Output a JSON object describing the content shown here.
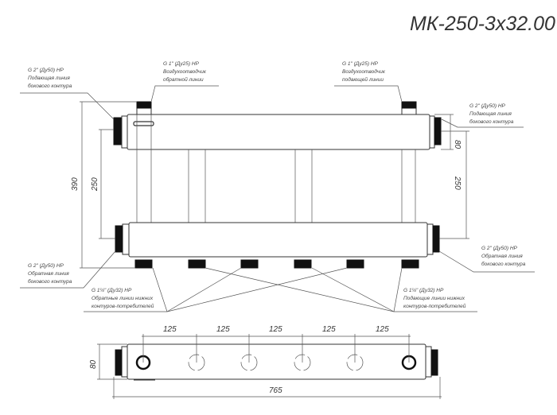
{
  "title": "МК-250-3х32.00",
  "labels": {
    "left_top": [
      "G 2\" (Ду50) НР",
      "Подающая линия",
      "бокового контура"
    ],
    "vent_return": [
      "G 1\" (Ду25) НР",
      "Воздухоотводчик",
      "обратной линии"
    ],
    "vent_supply": [
      "G 1\" (Ду25) НР",
      "Воздухоотводчик",
      "подающей линии"
    ],
    "right_top": [
      "G 2\" (Ду50) НР",
      "Подающая линия",
      "бокового контура"
    ],
    "left_bottom": [
      "G 2\" (Ду50) НР",
      "Обратная линия",
      "бокового контура"
    ],
    "right_bottom": [
      "G 2\" (Ду50) НР",
      "Обратная линия",
      "бокового контура"
    ],
    "consumer_return": [
      "G 1¼\" (Ду32) НР",
      "Обратные линии нижних",
      "контуров-потребителей"
    ],
    "consumer_supply": [
      "G 1¼\" (Ду32) НР",
      "Подающие линии нижних",
      "контуров-потребителей"
    ]
  },
  "dimensions": {
    "overall_height": "390",
    "left_spacing": "250",
    "right_spacing": "250",
    "pipe_height_side": "80",
    "pipe_height_plan": "80",
    "nozzle_pitch": [
      "125",
      "125",
      "125",
      "125",
      "125"
    ],
    "overall_length": "765"
  }
}
